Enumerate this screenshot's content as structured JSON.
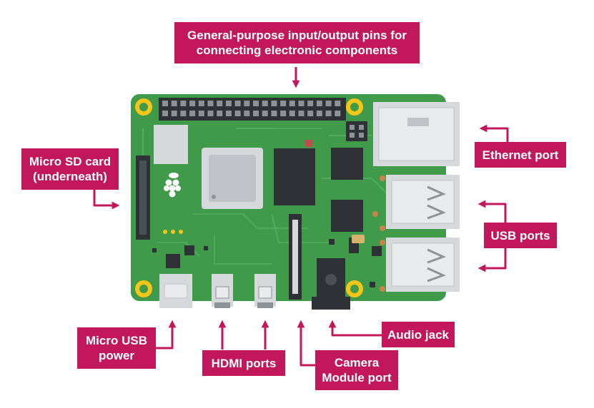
{
  "labels": {
    "gpio": [
      "General-purpose input/output pins for",
      "connecting electronic components"
    ],
    "sd_card": [
      "Micro SD card",
      "(underneath)"
    ],
    "ethernet": "Ethernet port",
    "usb": "USB ports",
    "micro_usb": [
      "Micro USB",
      "power"
    ],
    "hdmi": "HDMI ports",
    "camera": [
      "Camera",
      "Module port"
    ],
    "audio": "Audio jack"
  },
  "colors": {
    "label_bg": "#c2185b",
    "arrow": "#c2185b",
    "board": "#3f9b4a",
    "board_trace": "#56b05f",
    "mount_hole": "#f5c518",
    "chip": "#3a3f44",
    "metal": "#d6d9dc"
  }
}
